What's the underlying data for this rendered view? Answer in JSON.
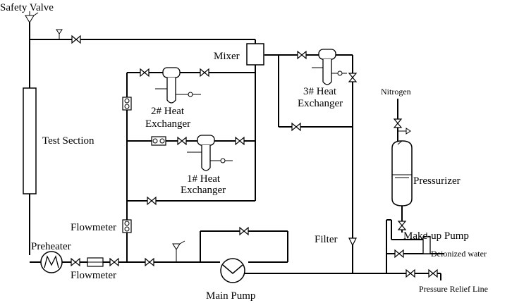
{
  "labels": {
    "safety_valve": "Safety Valve",
    "mixer": "Mixer",
    "test_section": "Test Section",
    "hx2_line1": "2# Heat",
    "hx2_line2": "Exchanger",
    "hx1_line1": "1# Heat",
    "hx1_line2": "Exchanger",
    "hx3_line1": "3# Heat",
    "hx3_line2": "Exchanger",
    "nitrogen": "Nitrogen",
    "pressurizer": "Pressurizer",
    "flowmeter_upper": "Flowmeter",
    "flowmeter_lower": "Flowmeter",
    "preheater": "Preheater",
    "filter": "Filter",
    "makeup_pump": "Make-up Pump",
    "deionized_water": "Deionized water",
    "main_pump": "Main Pump",
    "pressure_relief_line": "Pressure Relief Line"
  }
}
